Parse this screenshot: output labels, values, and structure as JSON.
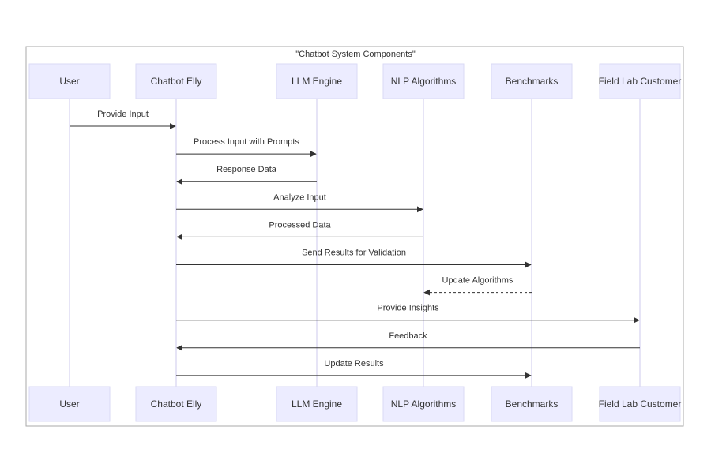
{
  "frame": {
    "title": "\"Chatbot System Components\""
  },
  "participants": [
    {
      "id": "user",
      "label": "User"
    },
    {
      "id": "chatbot",
      "label": "Chatbot Elly"
    },
    {
      "id": "llm",
      "label": "LLM Engine"
    },
    {
      "id": "nlp",
      "label": "NLP Algorithms"
    },
    {
      "id": "bench",
      "label": "Benchmarks"
    },
    {
      "id": "field",
      "label": "Field Lab Customer"
    }
  ],
  "messages": [
    {
      "from": "user",
      "to": "chatbot",
      "text": "Provide Input",
      "style": "solid"
    },
    {
      "from": "chatbot",
      "to": "llm",
      "text": "Process Input with Prompts",
      "style": "solid"
    },
    {
      "from": "llm",
      "to": "chatbot",
      "text": "Response Data",
      "style": "solid"
    },
    {
      "from": "chatbot",
      "to": "nlp",
      "text": "Analyze Input",
      "style": "solid"
    },
    {
      "from": "nlp",
      "to": "chatbot",
      "text": "Processed Data",
      "style": "solid"
    },
    {
      "from": "chatbot",
      "to": "bench",
      "text": "Send Results for Validation",
      "style": "solid"
    },
    {
      "from": "bench",
      "to": "nlp",
      "text": "Update Algorithms",
      "style": "dotted"
    },
    {
      "from": "chatbot",
      "to": "field",
      "text": "Provide Insights",
      "style": "solid"
    },
    {
      "from": "field",
      "to": "chatbot",
      "text": "Feedback",
      "style": "solid"
    },
    {
      "from": "chatbot",
      "to": "bench",
      "text": "Update Results",
      "style": "solid"
    }
  ],
  "colors": {
    "box_fill": "#ECECFF",
    "box_stroke": "#DADAF5",
    "lifeline": "#D6D3F0",
    "arrow": "#333333",
    "frame": "#AAAAAA"
  }
}
